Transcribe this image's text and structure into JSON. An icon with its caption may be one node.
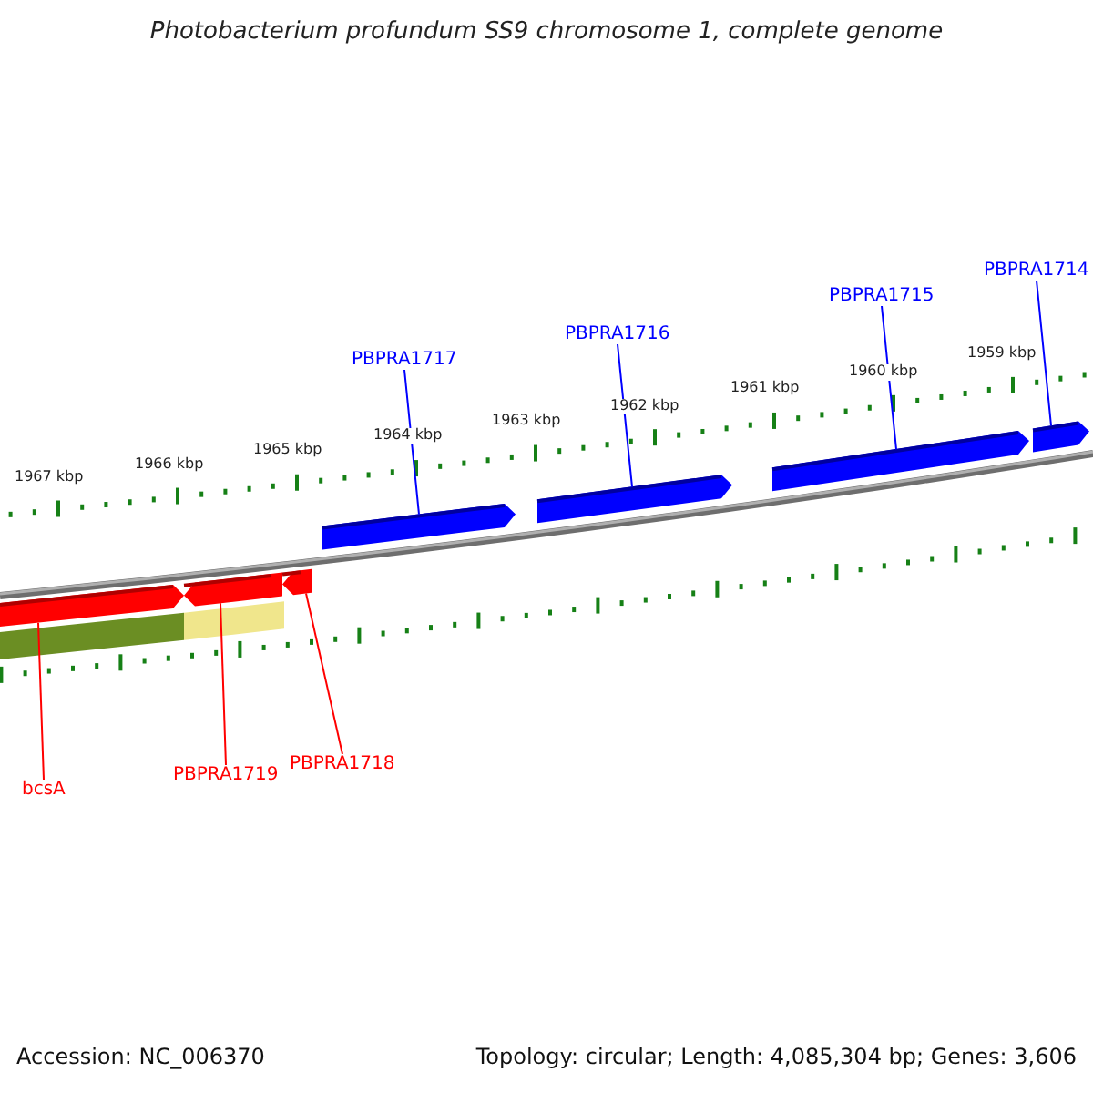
{
  "diagram": {
    "title": "Photobacterium profundum SS9 chromosome 1, complete genome",
    "nodes": [
      {
        "text": [
          "PBPRA1714"
        ]
      },
      {
        "text": [
          "PBPRA1715"
        ]
      },
      {
        "text": [
          "PBPRA1716"
        ]
      },
      {
        "text": [
          "PBPRA1717"
        ]
      },
      {
        "text": [],
        "shape": "arrow"
      },
      {
        "text": [],
        "shape": "arrow"
      },
      {
        "text": [],
        "shape": "arrow"
      },
      {
        "text": [],
        "shape": "arrow"
      },
      {
        "text": [],
        "shape": "arrow"
      },
      {
        "text": [],
        "shape": "arrow"
      },
      {
        "text": [],
        "shape": "arrow"
      },
      {
        "text": [
          "PBPRA1718"
        ]
      },
      {
        "text": [
          "PBPRA1719"
        ]
      },
      {
        "text": [
          "bcsA"
        ]
      },
      {
        "text": [],
        "shape": "bar"
      },
      {
        "text": [],
        "shape": "bar"
      }
    ],
    "edges": [
      {
        "from": 0,
        "to": 10,
        "arrow": "none"
      },
      {
        "from": 1,
        "to": 9,
        "arrow": "none"
      },
      {
        "from": 2,
        "to": 8,
        "arrow": "none"
      },
      {
        "from": 3,
        "to": 7,
        "arrow": "none"
      },
      {
        "from": 11,
        "to": 6,
        "arrow": "none",
        "color": "#ff0000"
      },
      {
        "from": 12,
        "to": 5,
        "arrow": "none",
        "color": "#ff0000"
      },
      {
        "from": 13,
        "to": 4,
        "arrow": "none",
        "color": "#ff0000"
      }
    ],
    "labels": [
      "1959 kbp",
      "1960 kbp",
      "1961 kbp",
      "1962 kbp",
      "1963 kbp",
      "1964 kbp",
      "1965 kbp",
      "1966 kbp",
      "1967 kbp",
      "Accession: NC_006370",
      "Topology: circular; Length: 4,085,304 bp; Genes: 3,606"
    ]
  }
}
